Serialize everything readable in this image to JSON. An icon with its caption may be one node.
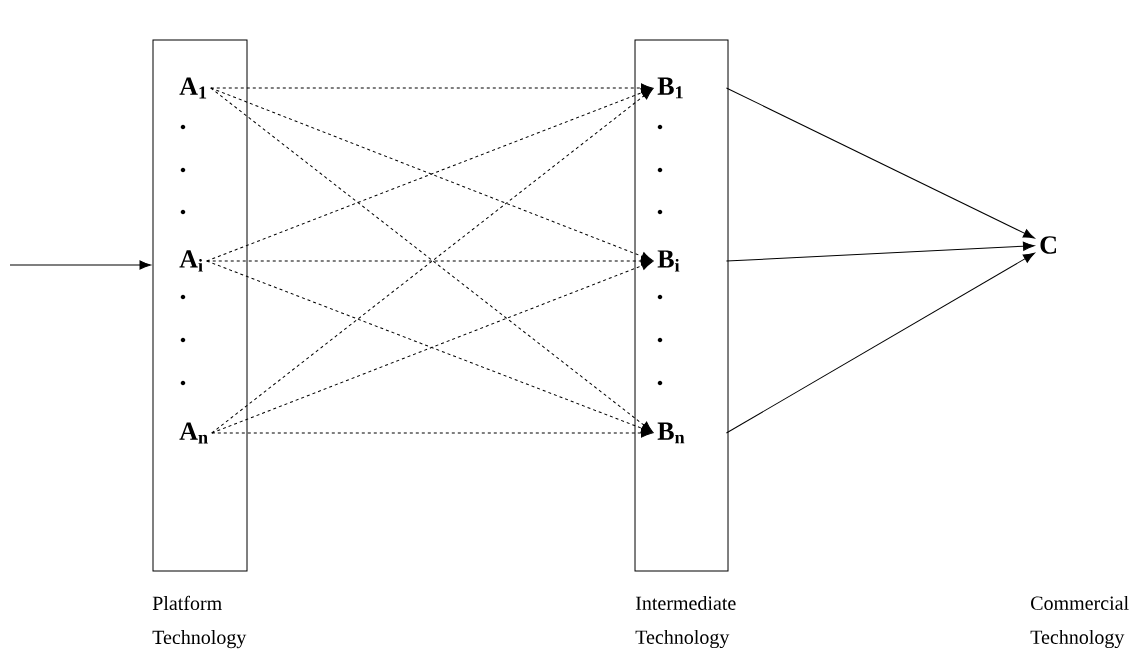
{
  "diagram": {
    "nodes": [
      {
        "text": [],
        "shape": "box"
      },
      {
        "text": [
          "A$_{1}$"
        ],
        "in": 0
      },
      {
        "text": [
          "A$_{i}$"
        ],
        "in": 0
      },
      {
        "text": [
          "A$_{n}$"
        ],
        "in": 0
      },
      {
        "text": [],
        "shape": "box"
      },
      {
        "text": [
          "B$_{1}$"
        ],
        "in": 4
      },
      {
        "text": [
          "B$_{i}$"
        ],
        "in": 4
      },
      {
        "text": [
          "B$_{n}$"
        ],
        "in": 4
      },
      {
        "text": [
          "C"
        ]
      }
    ],
    "edges": [
      {
        "from": null,
        "to": 0,
        "arrow": "to"
      },
      {
        "from": 1,
        "to": 5,
        "arrow": "to",
        "style": "dashed"
      },
      {
        "from": 1,
        "to": 6,
        "arrow": "to",
        "style": "dashed"
      },
      {
        "from": 1,
        "to": 7,
        "arrow": "to",
        "style": "dashed"
      },
      {
        "from": 2,
        "to": 5,
        "arrow": "to",
        "style": "dashed"
      },
      {
        "from": 2,
        "to": 6,
        "arrow": "to",
        "style": "dashed"
      },
      {
        "from": 2,
        "to": 7,
        "arrow": "to",
        "style": "dashed"
      },
      {
        "from": 3,
        "to": 5,
        "arrow": "to",
        "style": "dashed"
      },
      {
        "from": 3,
        "to": 6,
        "arrow": "to",
        "style": "dashed"
      },
      {
        "from": 3,
        "to": 7,
        "arrow": "to",
        "style": "dashed"
      },
      {
        "from": 5,
        "to": 8,
        "arrow": "to"
      },
      {
        "from": 6,
        "to": 8,
        "arrow": "to"
      },
      {
        "from": 7,
        "to": 8,
        "arrow": "to"
      }
    ],
    "labels": [
      ".",
      ".",
      ".",
      ".",
      ".",
      ".",
      ".",
      ".",
      ".",
      ".",
      ".",
      ".",
      "Platform Technology",
      "Intermediate Technology",
      "Commercial Technology"
    ]
  }
}
